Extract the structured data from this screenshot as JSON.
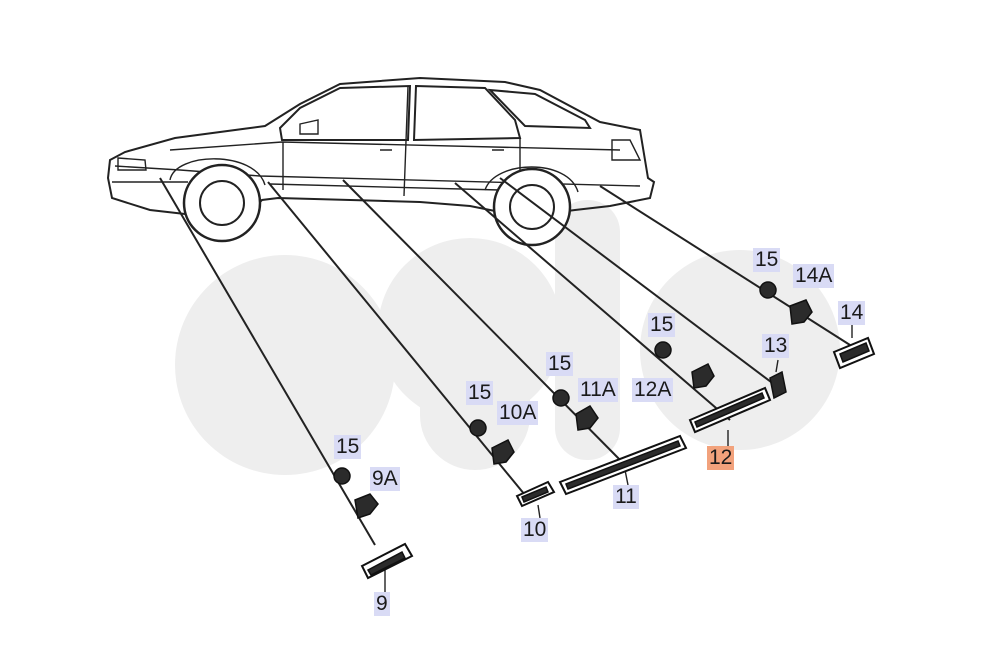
{
  "callouts": {
    "c15a": "15",
    "c9a": "9A",
    "c9": "9",
    "c15b": "15",
    "c10a": "10A",
    "c10": "10",
    "c15c": "15",
    "c11a": "11A",
    "c11": "11",
    "c15d": "15",
    "c12a": "12A",
    "c12": "12",
    "c13": "13",
    "c15e": "15",
    "c14a": "14A",
    "c14": "14"
  },
  "highlighted_callout": "12",
  "colors": {
    "callout_background": "#d9dbf5",
    "highlight_background": "#f2a27c",
    "watermark": "#eeeeee",
    "line": "#222222"
  }
}
